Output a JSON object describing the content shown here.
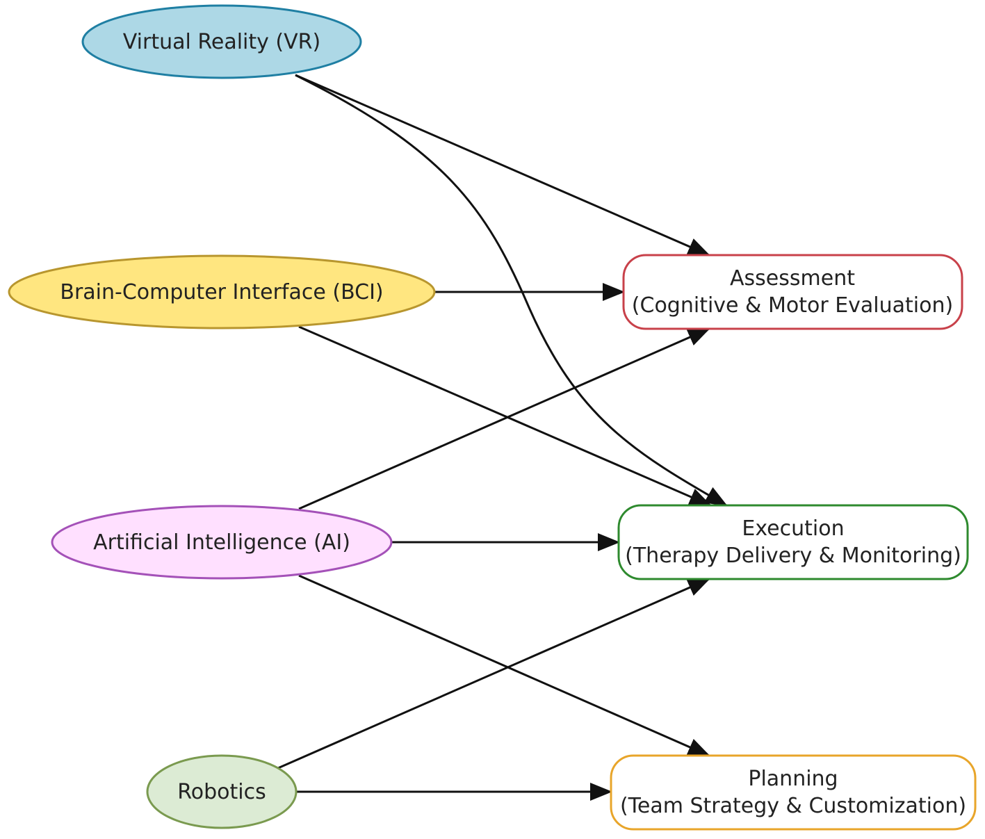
{
  "nodes": {
    "vr": {
      "lines": [
        "Virtual Reality (VR)"
      ],
      "fill": "#add8e6",
      "stroke": "#1f7fa3"
    },
    "bci": {
      "lines": [
        "Brain-Computer Interface (BCI)"
      ],
      "fill": "#ffe680",
      "stroke": "#b8962e"
    },
    "ai": {
      "lines": [
        "Artificial Intelligence (AI)"
      ],
      "fill": "#ffe0ff",
      "stroke": "#a451b8"
    },
    "robotics": {
      "lines": [
        "Robotics"
      ],
      "fill": "#dcebd4",
      "stroke": "#7a9a4f"
    },
    "assessment": {
      "lines": [
        "Assessment",
        "(Cognitive & Motor Evaluation)"
      ],
      "fill": "#ffffff",
      "stroke": "#c8414a"
    },
    "execution": {
      "lines": [
        "Execution",
        "(Therapy Delivery & Monitoring)"
      ],
      "fill": "#ffffff",
      "stroke": "#2e8a2e"
    },
    "planning": {
      "lines": [
        "Planning",
        "(Team Strategy & Customization)"
      ],
      "fill": "#ffffff",
      "stroke": "#e8a52a"
    }
  },
  "edges": [
    {
      "from": "vr",
      "to": "assessment"
    },
    {
      "from": "vr",
      "to": "execution"
    },
    {
      "from": "bci",
      "to": "assessment"
    },
    {
      "from": "bci",
      "to": "execution"
    },
    {
      "from": "ai",
      "to": "assessment"
    },
    {
      "from": "ai",
      "to": "execution"
    },
    {
      "from": "ai",
      "to": "planning"
    },
    {
      "from": "robotics",
      "to": "execution"
    },
    {
      "from": "robotics",
      "to": "planning"
    }
  ],
  "colors": {
    "edge": "#111111"
  }
}
